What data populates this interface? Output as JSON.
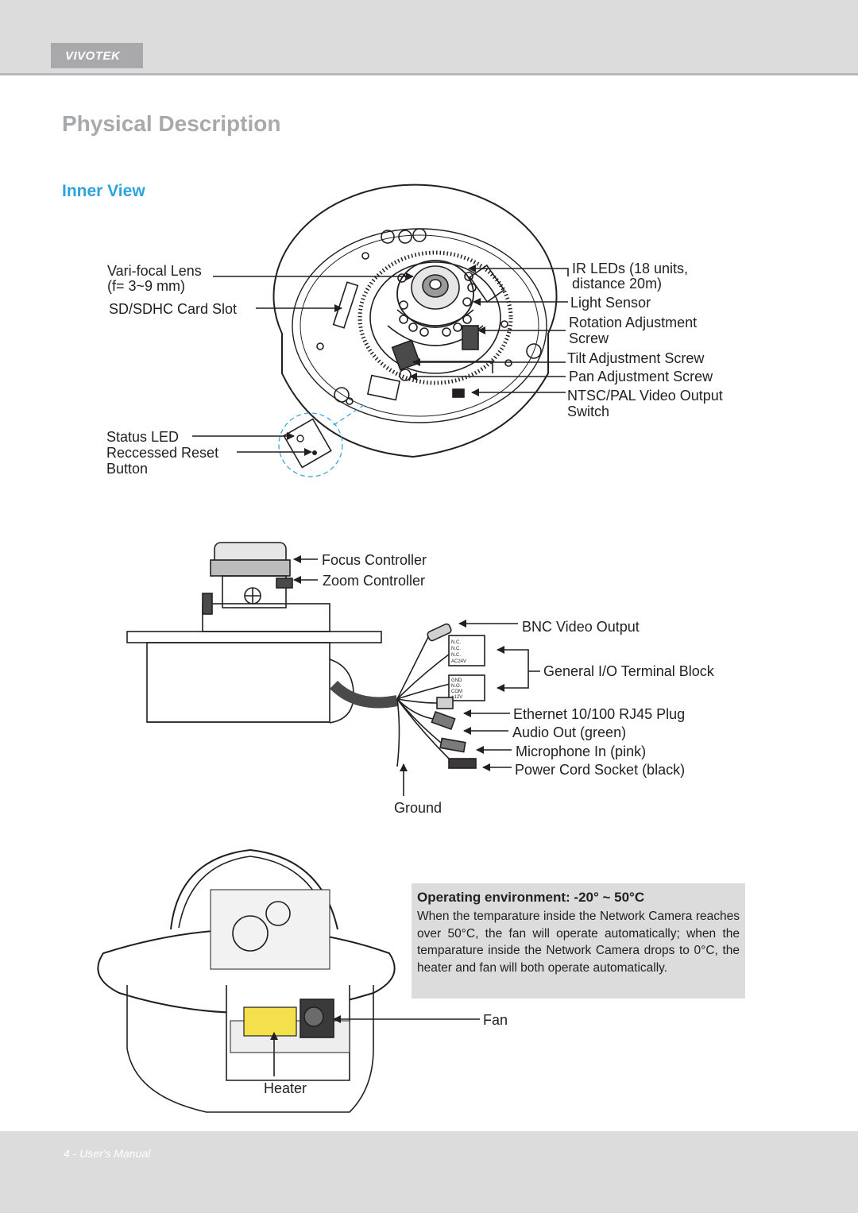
{
  "header": {
    "brand": "VIVOTEK"
  },
  "page_title": "Physical Description",
  "section_title": "Inner View",
  "diagram1": {
    "vari_focal_lens": "Vari-focal Lens",
    "focal_range": "(f= 3~9 mm)",
    "sd_slot": "SD/SDHC Card Slot",
    "status_led": "Status LED",
    "reset_1": "Reccessed Reset",
    "reset_2": "Button",
    "ir_leds_1": "IR LEDs (18 units,",
    "ir_leds_2": "distance 20m)",
    "light_sensor": "Light Sensor",
    "rotation_1": "Rotation Adjustment",
    "rotation_2": "Screw",
    "tilt": "Tilt Adjustment Screw",
    "pan": "Pan Adjustment Screw",
    "ntsc_1": "NTSC/PAL Video Output",
    "ntsc_2": "Switch"
  },
  "diagram2": {
    "focus": "Focus Controller",
    "zoom": "Zoom Controller",
    "bnc": "BNC Video Output",
    "gio": "General I/O Terminal Block",
    "ethernet": "Ethernet 10/100 RJ45 Plug",
    "audio_out": "Audio Out (green)",
    "mic_in": "Microphone In (pink)",
    "power": "Power Cord Socket (black)",
    "ground": "Ground",
    "terminal_top": [
      "N.C.",
      "N.C.",
      "N.C.",
      "AC24V"
    ],
    "terminal_bottom": [
      "GND",
      "N.O.",
      "COM",
      "+12V"
    ]
  },
  "diagram3": {
    "fan": "Fan",
    "heater": "Heater"
  },
  "note": {
    "title": "Operating environment: -20° ~ 50°C",
    "body": "When the temparature inside the Network Camera reaches over 50°C, the fan will operate automatically; when the temparature inside the Network Camera drops to 0°C, the heater and fan will both operate automatically."
  },
  "footer": {
    "text": "4 - User's Manual"
  },
  "colors": {
    "accent": "#2ea3dc",
    "title_gray": "#a7a9ac",
    "bar_gray": "#dcdcdd",
    "heater_yellow": "#f3e04a"
  }
}
